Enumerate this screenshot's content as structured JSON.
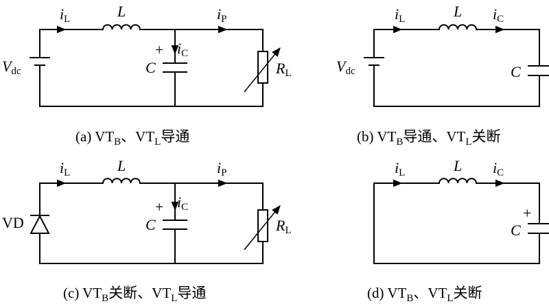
{
  "symbols": {
    "current_i": "i",
    "sub_L": "L",
    "sub_P": "P",
    "sub_C": "C",
    "inductor": "L",
    "capacitor": "C",
    "source": "V",
    "source_sub": "dc",
    "resistor": "R",
    "resistor_sub": "L",
    "diode": "VD",
    "plus": "+"
  },
  "captions": {
    "a": {
      "prefix": "(a) VT",
      "sub1": "B",
      "mid": "、VT",
      "sub2": "L",
      "suffix": "导通"
    },
    "b": {
      "prefix": "(b) VT",
      "sub1": "B",
      "mid": "导通、VT",
      "sub2": "L",
      "suffix": "关断"
    },
    "c": {
      "prefix": "(c) VT",
      "sub1": "B",
      "mid": "关断、VT",
      "sub2": "L",
      "suffix": "导通"
    },
    "d": {
      "prefix": "(d) VT",
      "sub1": "B",
      "mid": "、VT",
      "sub2": "L",
      "suffix": "关断"
    }
  }
}
